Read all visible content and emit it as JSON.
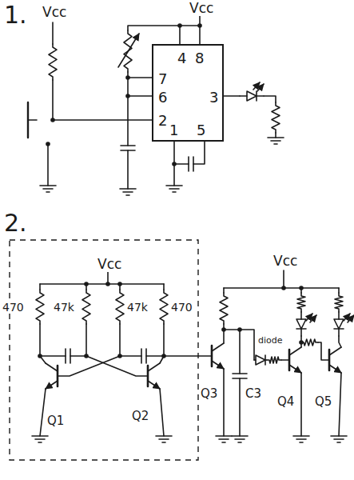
{
  "diagram": {
    "nodes": [
      {
        "text": [
          "4",
          "8",
          "7",
          "6",
          "3",
          "2",
          "1",
          "5"
        ]
      }
    ],
    "labels": [
      "1.",
      "Vcc",
      "Vcc",
      "2.",
      "Vcc",
      "470",
      "47k",
      "47k",
      "470",
      "Q1",
      "Q2",
      "Vcc",
      "Q3",
      "C3",
      "diode",
      "Q4",
      "Q5"
    ]
  }
}
